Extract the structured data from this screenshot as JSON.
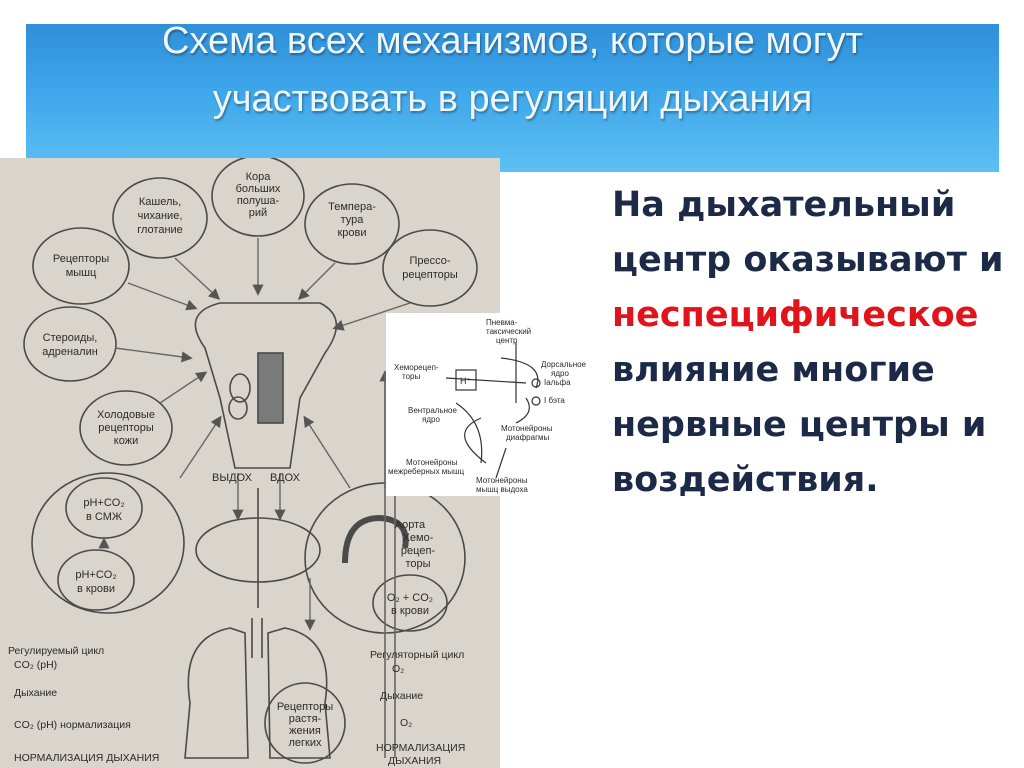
{
  "colors": {
    "title_bar": "#3ea6ea",
    "title_text": "#eef6fb",
    "body_text": "#1c2a48",
    "highlight": "#e0141a",
    "figure_bg": "#d9d5cc"
  },
  "slide": {
    "title_line1": "Схема всех механизмов, которые могут",
    "title_line2": "участвовать в регуляции дыхания",
    "text_part1": "На дыхательный центр оказывают и",
    "text_highlight": "неспецифическое",
    "text_part2": "влияние многие нервные центры и воздействия."
  },
  "diagram": {
    "circles": {
      "cough": [
        "Кашель,",
        "чихание,",
        "глотание"
      ],
      "cortex": [
        "Кора",
        "больших",
        "полуша-",
        "рий"
      ],
      "temperature": [
        "Темпера-",
        "тура",
        "крови"
      ],
      "muscle_receptors": [
        "Рецепторы",
        "мышц"
      ],
      "pressoreceptors": [
        "Прессо-",
        "рецепторы"
      ],
      "steroids": [
        "Стероиды,",
        "адреналин"
      ],
      "cold_receptors": [
        "Холодовые",
        "рецепторы",
        "кожи"
      ],
      "csf": [
        "pH+CO₂",
        "в СМЖ"
      ],
      "blood_ph": [
        "pH+CO₂",
        "в крови"
      ],
      "blood_o2": [
        "O₂ + CO₂",
        "в крови"
      ]
    },
    "exhale": "ВЫДОХ",
    "inhale": "ВДОХ",
    "aorta": [
      "Аорта",
      "Хемо-",
      "рецеп-",
      "торы"
    ],
    "stretch_receptors": [
      "Рецепторы",
      "растя-",
      "жения",
      "легких"
    ],
    "left_cycle": [
      "Регулируемый цикл",
      "CO₂ (pH)",
      "Дыхание",
      "CO₂ (pH) нормализация",
      "НОРМАЛИЗАЦИЯ ДЫХАНИЯ"
    ],
    "right_cycle": [
      "Регуляторный цикл",
      "O₂",
      "Дыхание",
      "O₂",
      "НОРМАЛИЗАЦИЯ",
      "ДЫХАНИЯ"
    ]
  },
  "inset": {
    "labels": [
      "Пневма-",
      "таксический",
      "центр",
      "Дорсальное",
      "ядро",
      "Хеморецеп-",
      "торы",
      "Вентральное",
      "ядро",
      "Iальфа",
      "I бэта",
      "Мотонейроны",
      "диафрагмы",
      "Мотонейроны",
      "межреберных мышц",
      "Мотонейроны",
      "мышц выдоха",
      "H⁺"
    ]
  }
}
